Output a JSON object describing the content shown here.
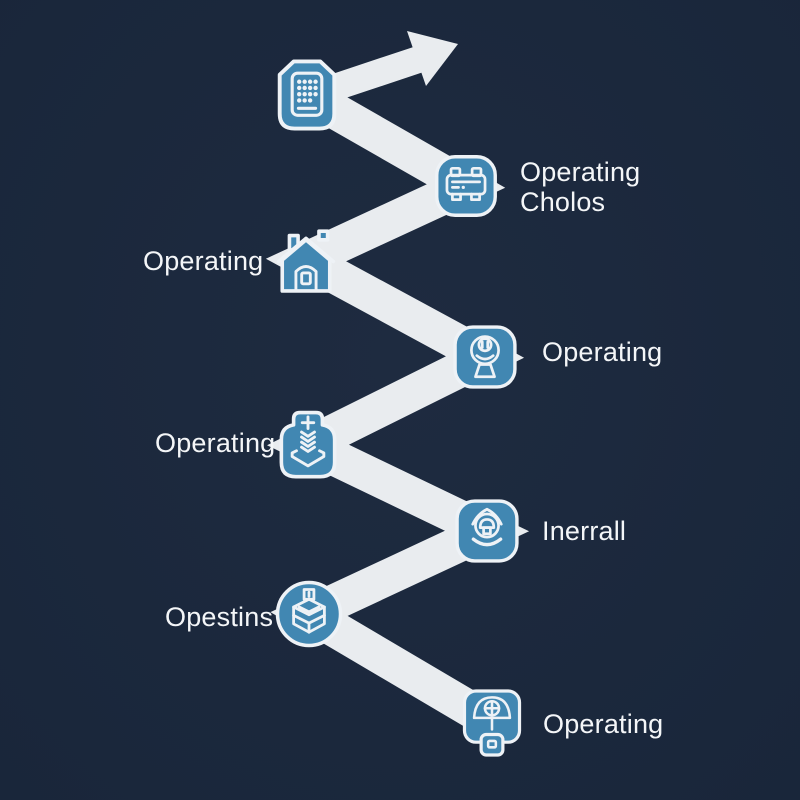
{
  "title": "zigzag-process-infographic",
  "colors": {
    "background": "#1e2b40",
    "background_edge": "#19263a",
    "band": "#e9ecef",
    "icon_fill": "#4187b2",
    "icon_stroke": "#eef2f6",
    "text": "#f4f6f8"
  },
  "arrow": {
    "name": "flow-arrow",
    "direction": "up-right"
  },
  "steps": [
    {
      "icon": "keypad-badge-icon",
      "label": "",
      "side": "start"
    },
    {
      "icon": "machine-battery-icon",
      "label": "Operating Cholos",
      "side": "right"
    },
    {
      "icon": "house-icon",
      "label": "Operating",
      "side": "left"
    },
    {
      "icon": "webcam-icon",
      "label": "Operating",
      "side": "right"
    },
    {
      "icon": "download-tray-icon",
      "label": "Operating",
      "side": "left"
    },
    {
      "icon": "person-icon",
      "label": "Inerrall",
      "side": "right"
    },
    {
      "icon": "package-box-icon",
      "label": "Opestins",
      "side": "left"
    },
    {
      "icon": "umbrella-tag-icon",
      "label": "Operating",
      "side": "right"
    }
  ]
}
